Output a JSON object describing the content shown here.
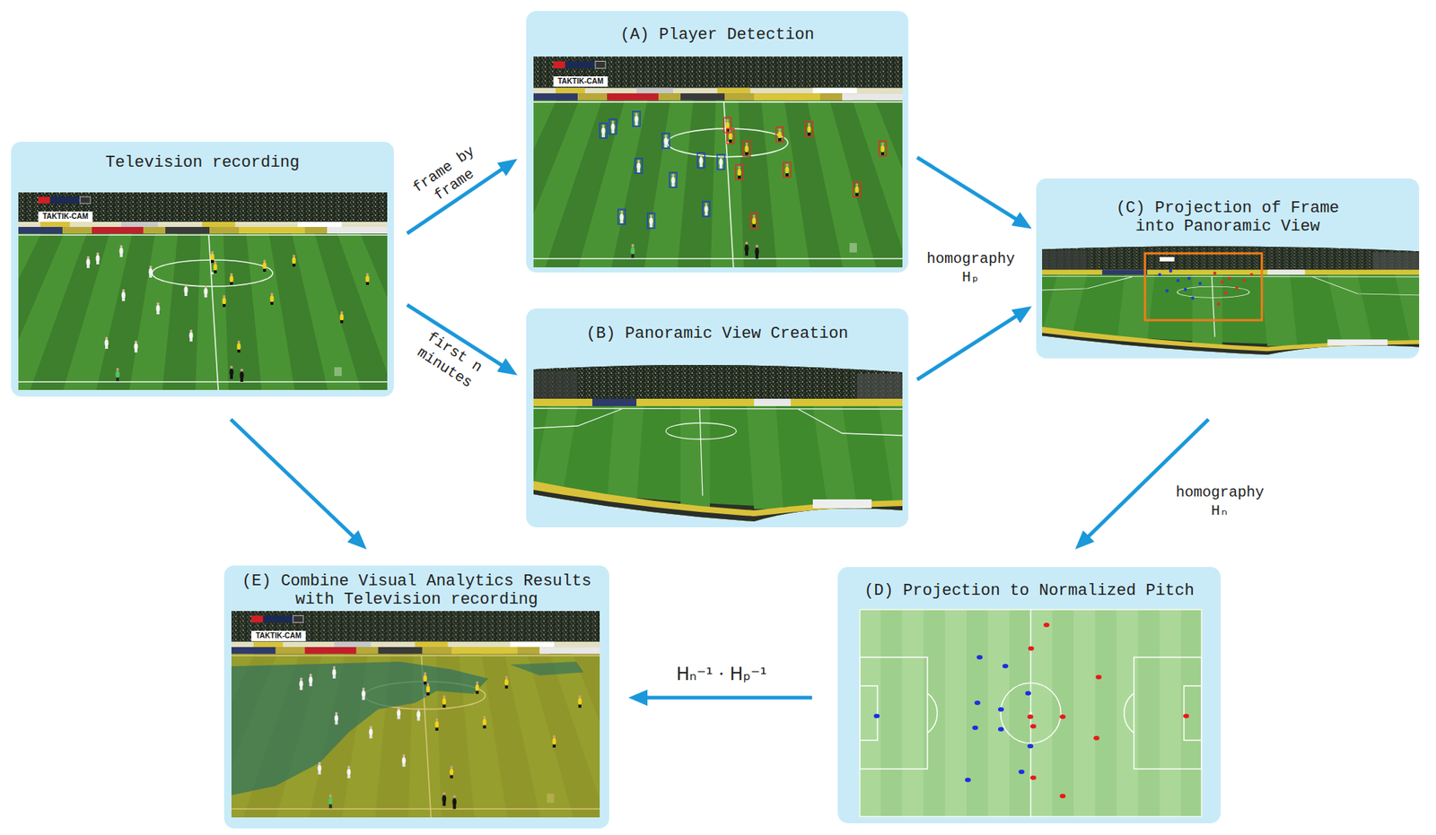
{
  "diagram": {
    "nodes": [
      {
        "text": [
          "Television recording"
        ]
      },
      {
        "text": [
          "(A) Player Detection"
        ]
      },
      {
        "text": [
          "(B) Panoramic View Creation"
        ]
      },
      {
        "text": [
          "(C) Projection of Frame into Panoramic View"
        ]
      },
      {
        "text": [
          "(D) Projection to Normalized Pitch"
        ]
      },
      {
        "text": [
          "(E) Combine Visual Analytics Results with Television recording"
        ]
      }
    ],
    "edges": [
      {
        "from": 0,
        "to": 1,
        "arrow": "to",
        "label": "frame by frame"
      },
      {
        "from": 0,
        "to": 2,
        "arrow": "to",
        "label": "first n minutes"
      },
      {
        "from": 1,
        "to": 3,
        "arrow": "to",
        "label": "homography Hₚ"
      },
      {
        "from": 2,
        "to": 3,
        "arrow": "to"
      },
      {
        "from": 3,
        "to": 4,
        "arrow": "to",
        "label": "homography Hₙ"
      },
      {
        "from": 0,
        "to": 5,
        "arrow": "to"
      },
      {
        "from": 4,
        "to": 5,
        "arrow": "to",
        "label": "Hₙ⁻¹ · Hₚ⁻¹"
      }
    ],
    "labels": [
      "TAKTIK-CAM",
      "TAKTIK-CAM",
      "TAKTIK-CAM"
    ]
  }
}
